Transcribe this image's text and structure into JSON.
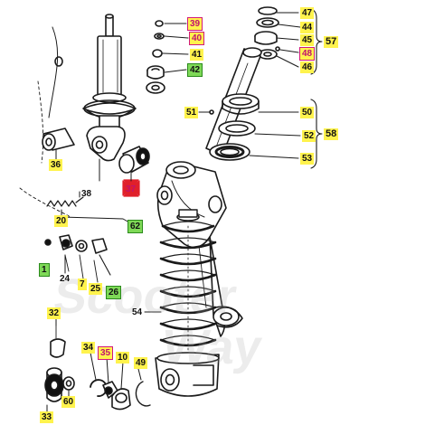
{
  "colors": {
    "label_highlight": "#fff34d",
    "marked_outline": "#d2197a",
    "in_stock": "#7ed957",
    "line_art": "#1a1a1a",
    "missing_marker": "#e0202a"
  },
  "callouts": {
    "p39": "39",
    "p40": "40",
    "p41": "41",
    "p42": "42",
    "p47": "47",
    "p44": "44",
    "p45": "45",
    "p48": "48",
    "p46": "46",
    "p51": "51",
    "p50": "50",
    "p52": "52",
    "p53": "53",
    "p36": "36",
    "p38": "38",
    "p37": "37",
    "p20": "20",
    "p62": "62",
    "p24": "24",
    "p7": "7",
    "p25": "25",
    "p26": "26",
    "p54": "54",
    "p32": "32",
    "p34": "34",
    "p35": "35",
    "p10": "10",
    "p49": "49",
    "p60": "60",
    "p33": "33",
    "p1": "1"
  },
  "groups": {
    "g57": "57",
    "g58": "58"
  },
  "icons": {
    "missing_marker": "red-cross-arrows-icon"
  },
  "watermark": {
    "line1": "Scooter",
    "line2": "Way"
  }
}
